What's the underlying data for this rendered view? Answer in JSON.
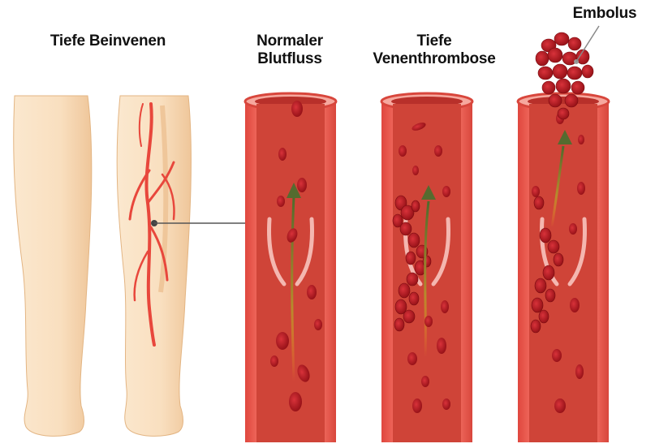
{
  "labels": {
    "deep_veins": "Tiefe Beinvenen",
    "normal_flow": "Normaler\nBlutfluss",
    "dvt": "Tiefe\nVenenthrombose",
    "embolus": "Embolus"
  },
  "colors": {
    "skin": "#f9e0c0",
    "skin_shadow": "#f0c99c",
    "vein": "#e8473c",
    "vessel_wall": "#e24a40",
    "vessel_inner": "#c7382d",
    "blood_cell": "#b3141a",
    "valve": "#f4b7b0",
    "arrow": "#556b2f"
  }
}
